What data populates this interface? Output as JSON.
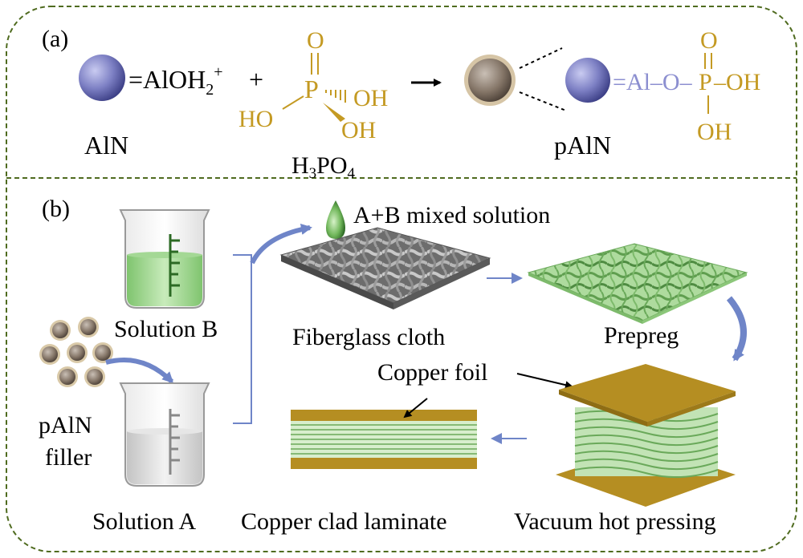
{
  "panel_a": {
    "label": "(a)",
    "aln_eq": "=AlOH",
    "aln_eq_sub": "2",
    "aln_eq_sup": "+",
    "plus": "+",
    "aln_caption": "AlN",
    "acid": {
      "p": "P",
      "o_top": "O",
      "ho_left": "HO",
      "oh_right": "OH",
      "oh_bottom": "OH",
      "caption_h": "H",
      "caption_3": "3",
      "caption_po": "PO",
      "caption_4": "4"
    },
    "arrow": "→",
    "product": {
      "prefix": "=Al–O–",
      "p": "P",
      "o_top": "O",
      "oh_right": "–OH",
      "oh_bottom": "OH",
      "caption": "pAlN"
    }
  },
  "panel_b": {
    "label": "(b)",
    "mixed_solution": "A+B mixed solution",
    "solution_b": "Solution B",
    "fiberglass": "Fiberglass cloth",
    "prepreg": "Prepreg",
    "copper_foil": "Copper foil",
    "filler_line1": "pAlN",
    "filler_line2": "filler",
    "solution_a": "Solution A",
    "laminate": "Copper clad laminate",
    "vacuum": "Vacuum hot pressing"
  },
  "colors": {
    "frame": "#4f6b1f",
    "sphere_aln": "#7d80c4",
    "sphere_paln": "#8a7c70",
    "acid": "#c49a23",
    "al_link": "#8c8fd0",
    "arrow_blue": "#6f85c8",
    "green_liquid": "#a8d79a",
    "copper": "#b58e22",
    "gray_liquid": "#d9d9d9"
  }
}
